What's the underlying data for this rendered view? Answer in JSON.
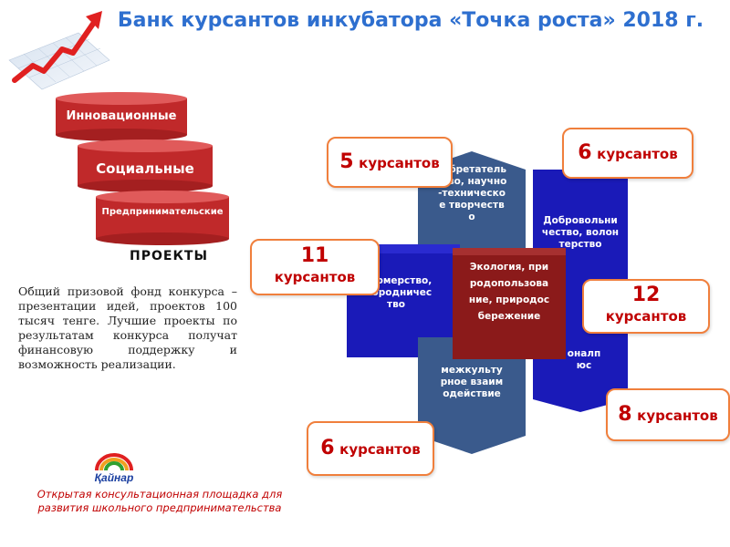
{
  "title": "Банк курсантов инкубатора «Точка роста» 2018 г.",
  "categories": {
    "innovative": "Инновационные",
    "social": "Социальные",
    "entrepreneurial": "Предпринимательские"
  },
  "projects_label": "ПРОЕКТЫ",
  "fund_text": "Общий призовой фонд конкурса – презентации идей, проектов 100 тысяч тенге. Лучшие проекты по результатам конкурса получат финансовую поддержку и возможность реализации.",
  "directions": {
    "invention": "зобретательство, научно-техническое творчество",
    "volunteer": "Добровольничество, волонтерство",
    "farming": "фермерство, огородничество",
    "ecology": "Экология, природопользование, природосбережение",
    "interethnic": "межкультурное взаимодействие",
    "other": "оналп юс"
  },
  "badges": {
    "b5": {
      "num": "5",
      "word": "курсантов"
    },
    "b6top": {
      "num": "6",
      "word": "курсантов"
    },
    "b11": {
      "num": "11",
      "word": "курсантов"
    },
    "b12": {
      "num": "12",
      "word": "курсантов"
    },
    "b8": {
      "num": "8",
      "word": "курсантов"
    },
    "b6bottom": {
      "num": "6",
      "word": "курсантов"
    }
  },
  "footer": {
    "logo_text": "Қайнар",
    "caption": "Открытая консультационная площадка для развития школьного предпринимательства"
  },
  "colors": {
    "title": "#2e6fcf",
    "cylinder": "#c0292a",
    "badge_border": "#f07f3c",
    "badge_text": "#c00000",
    "blue_shape": "#1a1ab8",
    "steel_shape": "#3a5a8c",
    "red_shape": "#8b1a1a"
  }
}
